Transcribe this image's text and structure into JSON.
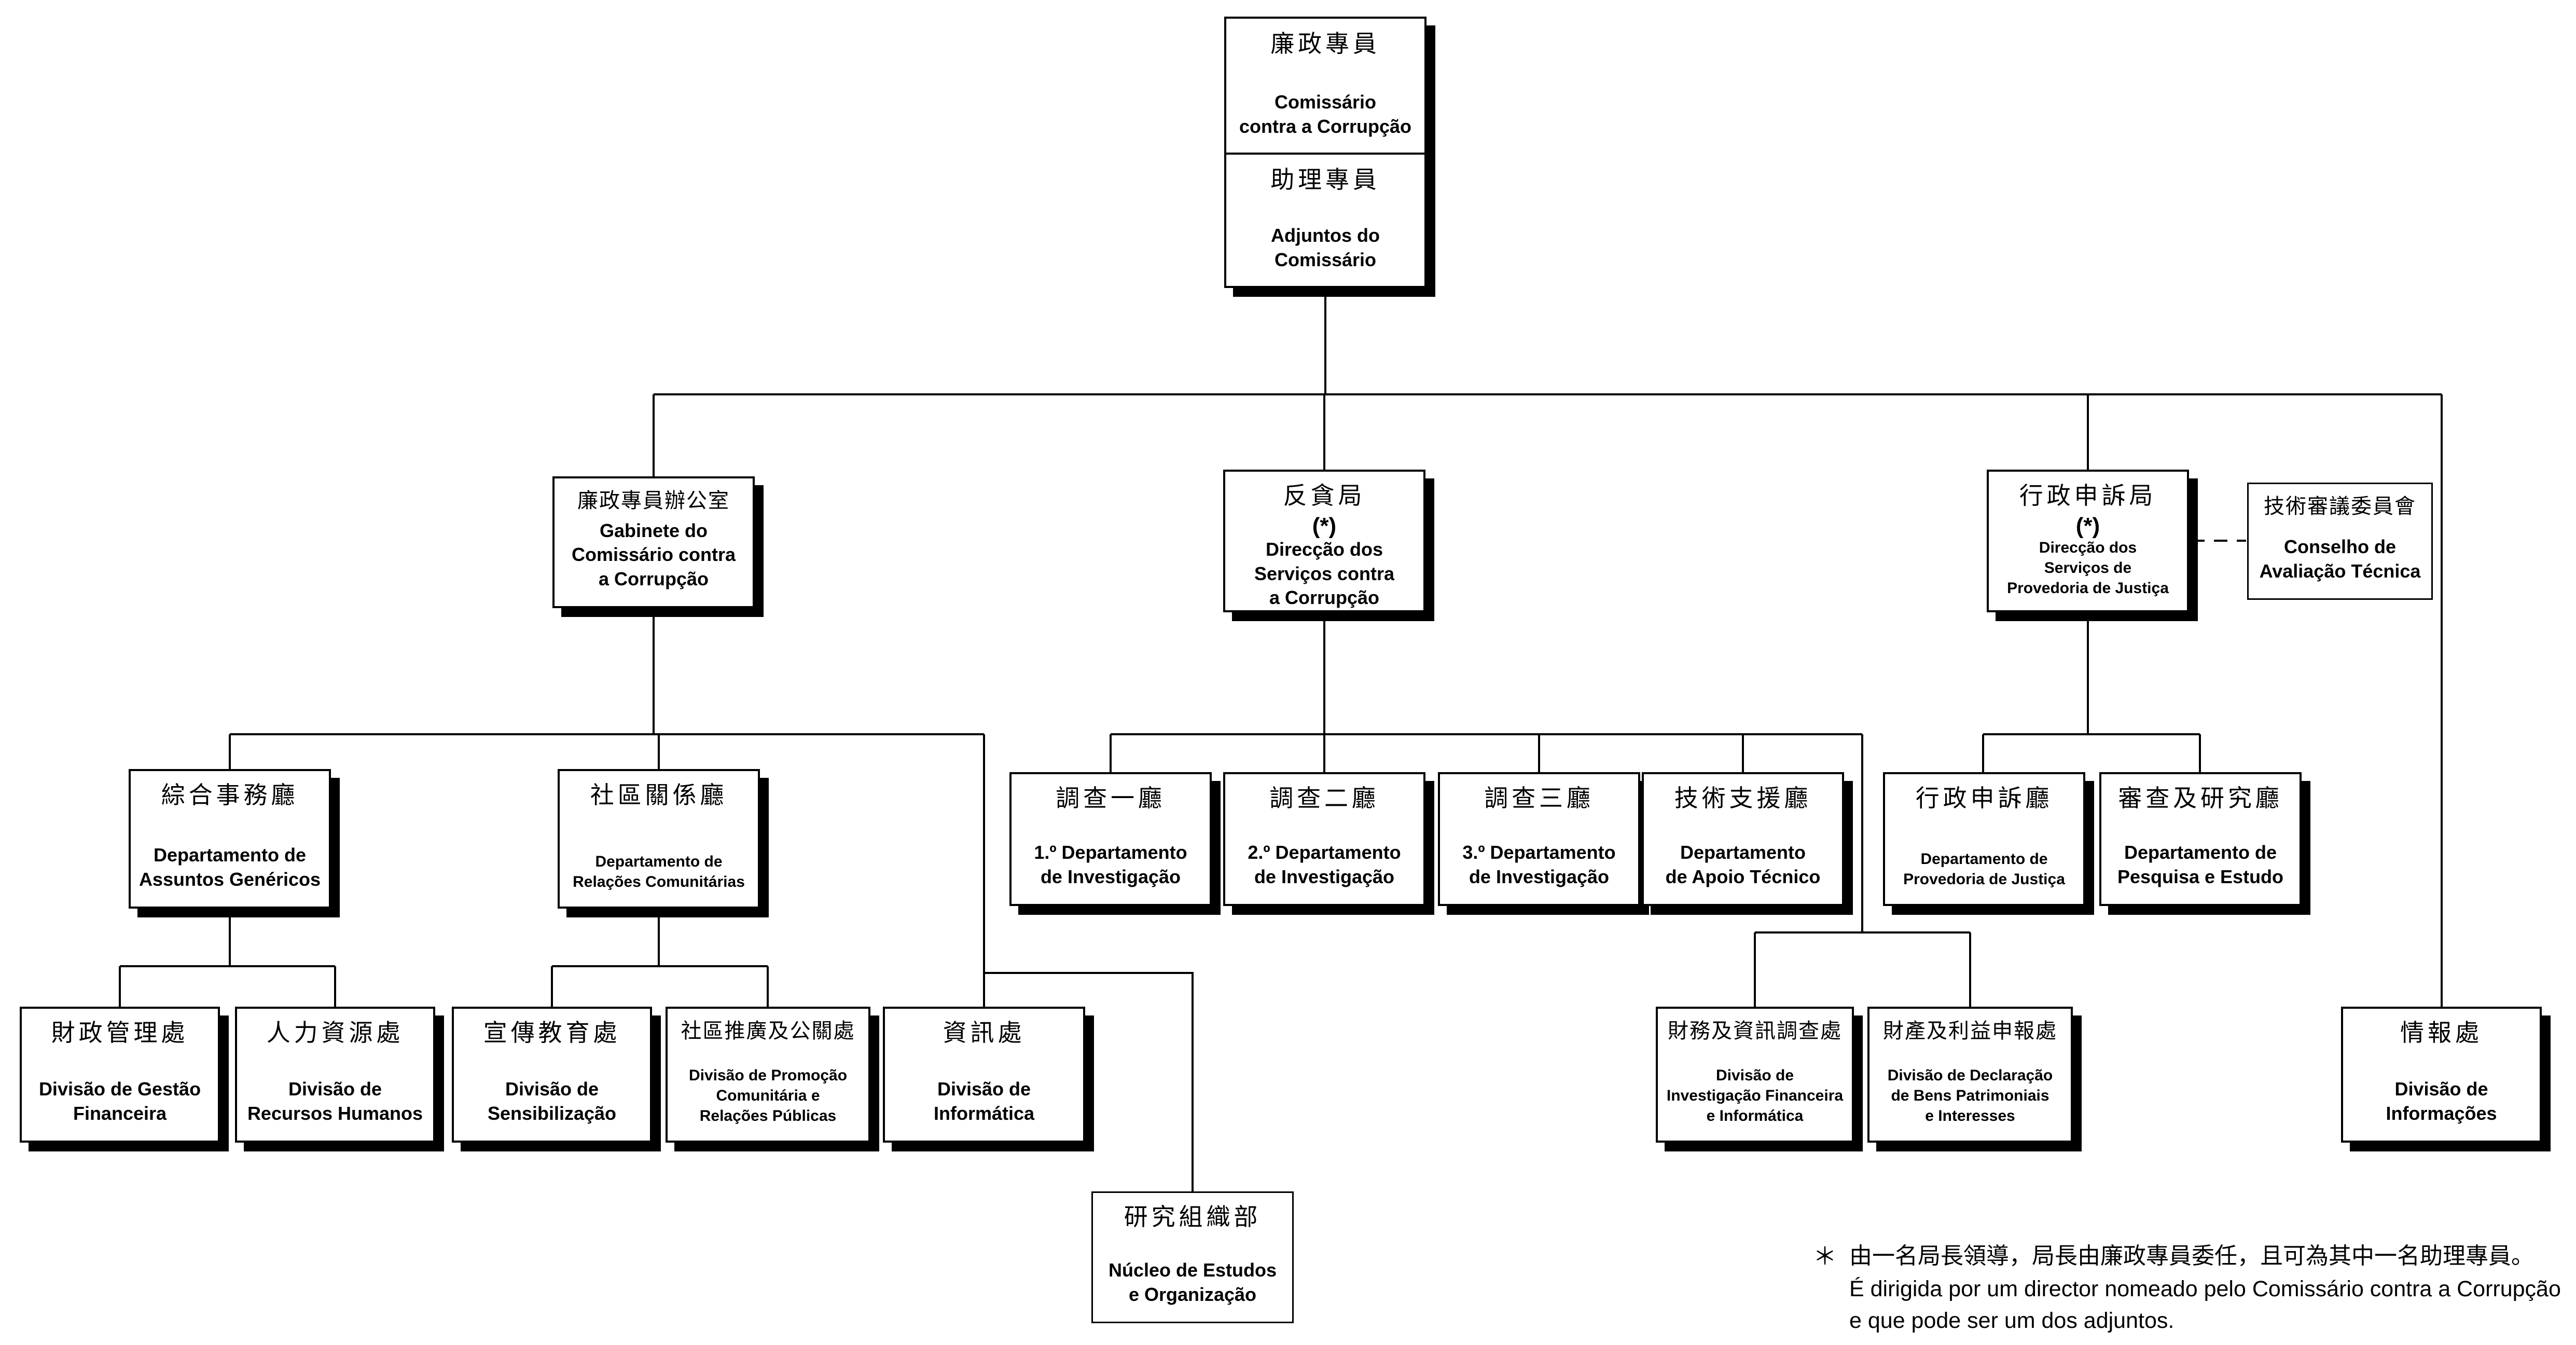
{
  "chart_title": "CCAC organization chart",
  "colors": {
    "line": "#000000",
    "box_background": "#ffffff",
    "text": "#000000"
  },
  "nodes": {
    "comissario": {
      "zh": "廉政專員",
      "pt": "Comissário\ncontra a Corrupção"
    },
    "adjuntos": {
      "zh": "助理專員",
      "pt": "Adjuntos do\nComissário"
    },
    "gabinete": {
      "zh": "廉政專員辦公室",
      "pt": "Gabinete do\nComissário contra\na Corrupção"
    },
    "dscc": {
      "zh": "反貪局",
      "mark": "(*)",
      "pt": "Direcção dos\nServiços contra\na Corrupção"
    },
    "dspj": {
      "zh": "行政申訴局",
      "mark": "(*)",
      "pt": "Direcção dos\nServiços de\nProvedoria de Justiça"
    },
    "cat": {
      "zh": "技術審議委員會",
      "pt": "Conselho de\nAvaliação Técnica"
    },
    "dag": {
      "zh": "綜合事務廳",
      "pt": "Departamento de\nAssuntos Genéricos"
    },
    "drc": {
      "zh": "社區關係廳",
      "pt": "Departamento de\nRelações Comunitárias"
    },
    "inv1": {
      "zh": "調查一廳",
      "pt": "1.º Departamento\nde Investigação"
    },
    "inv2": {
      "zh": "調查二廳",
      "pt": "2.º Departamento\nde Investigação"
    },
    "inv3": {
      "zh": "調查三廳",
      "pt": "3.º Departamento\nde Investigação"
    },
    "dat": {
      "zh": "技術支援廳",
      "pt": "Departamento\nde Apoio Técnico"
    },
    "dpj": {
      "zh": "行政申訴廳",
      "pt": "Departamento de\nProvedoria de Justiça"
    },
    "dpe": {
      "zh": "審查及研究廳",
      "pt": "Departamento de\nPesquisa e Estudo"
    },
    "dgf": {
      "zh": "財政管理處",
      "pt": "Divisão de Gestão\nFinanceira"
    },
    "drh": {
      "zh": "人力資源處",
      "pt": "Divisão de\nRecursos Humanos"
    },
    "ds": {
      "zh": "宣傳教育處",
      "pt": "Divisão de\nSensibilização"
    },
    "dpcrp": {
      "zh": "社區推廣及公關處",
      "pt": "Divisão de Promoção\nComunitária e\nRelações Públicas"
    },
    "di": {
      "zh": "資訊處",
      "pt": "Divisão de\nInformática"
    },
    "difi": {
      "zh": "財務及資訊調查處",
      "pt": "Divisão de\nInvestigação Financeira\ne Informática"
    },
    "ddbpi": {
      "zh": "財產及利益申報處",
      "pt": "Divisão de Declaração\nde Bens Patrimoniais\ne Interesses"
    },
    "dinf": {
      "zh": "情報處",
      "pt": "Divisão de\nInformações"
    },
    "neo": {
      "zh": "研究組織部",
      "pt": "Núcleo de Estudos\ne Organização"
    }
  },
  "footnote": {
    "marker": "＊",
    "zh": "由一名局長領導，局長由廉政專員委任，且可為其中一名助理專員。",
    "pt": "É dirigida por um director nomeado pelo Comissário contra a Corrupção\ne que pode ser um dos adjuntos."
  }
}
